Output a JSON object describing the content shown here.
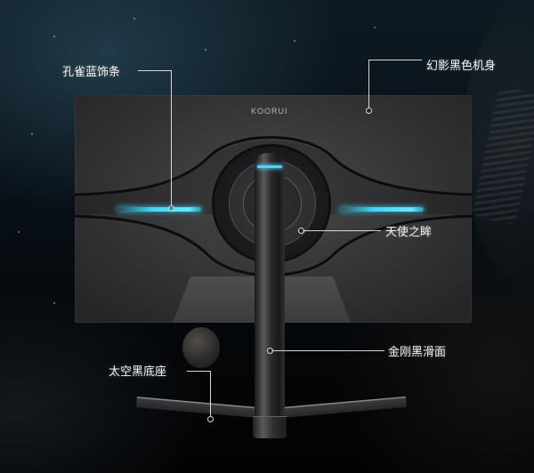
{
  "product": {
    "brand_logo": "KOORUI"
  },
  "callouts": [
    {
      "id": "peacock-blue-strip",
      "label": "孔雀蓝饰条"
    },
    {
      "id": "phantom-black-body",
      "label": "幻影黑色机身"
    },
    {
      "id": "angel-eye",
      "label": "天使之眸"
    },
    {
      "id": "diamond-black-smooth-surface",
      "label": "金刚黑滑面"
    },
    {
      "id": "space-black-base",
      "label": "太空黑底座"
    }
  ],
  "colors": {
    "accent_glow": "#3fd6f2",
    "body": "#353537",
    "background": "#081018",
    "label_text": "#f2f2f2"
  }
}
